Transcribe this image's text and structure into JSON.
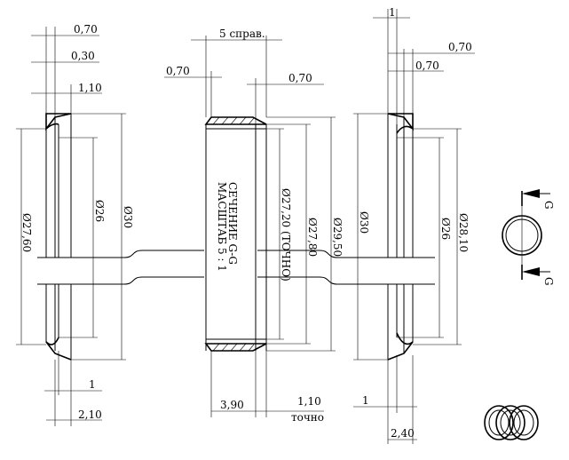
{
  "drawing": {
    "left_part": {
      "dims_top": [
        "0,70",
        "0,30",
        "1,10"
      ],
      "diameters": [
        "Ø27,60",
        "Ø26",
        "Ø30"
      ],
      "dims_bottom": [
        "1",
        "2,10"
      ]
    },
    "center_part": {
      "dim_top": "5 справ.",
      "dim_left": "0,70",
      "dim_right": "0,70",
      "section_title": "СЕЧЕНИЕ G-G",
      "section_scale": "МАСШТАБ 5 : 1",
      "diameters": [
        "Ø27,20 (ТОЧНО)",
        "Ø27,80",
        "Ø29,50"
      ],
      "dim_bottom_left": "3,90",
      "dim_bottom_right": "1,10",
      "dim_bottom_right_note": "точно"
    },
    "right_part": {
      "dims_top": [
        "1",
        "0,70",
        "0,70"
      ],
      "diameters": [
        "Ø30",
        "Ø26",
        "Ø28,10"
      ],
      "dims_bottom": [
        "1",
        "2,40"
      ]
    },
    "section_marker": {
      "label_top": "G",
      "label_bottom": "G"
    }
  }
}
